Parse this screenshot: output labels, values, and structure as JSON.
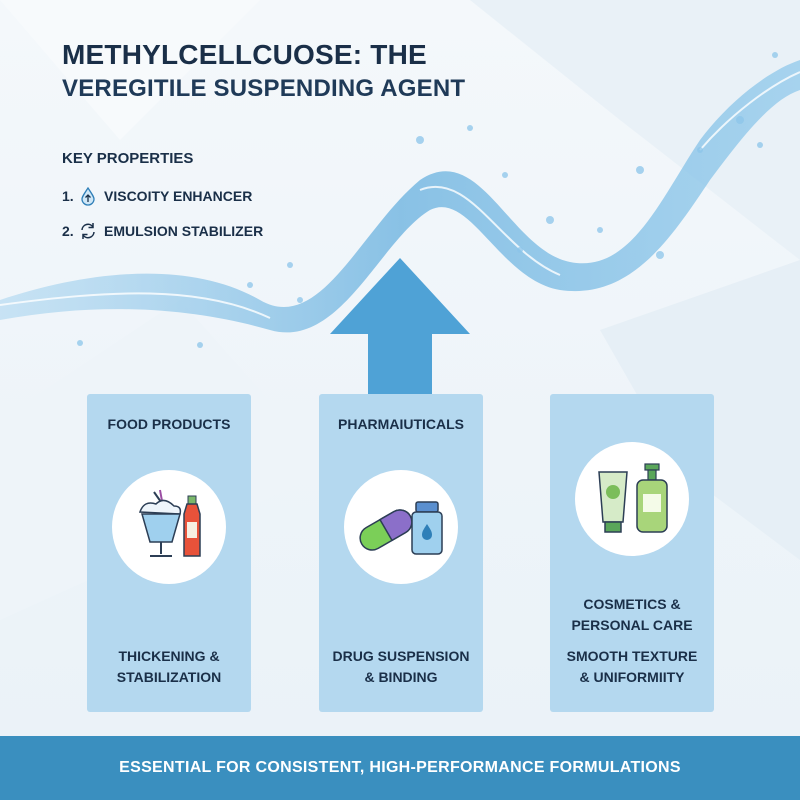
{
  "title": {
    "line1": "METHYLCELLCUOSE: THE",
    "line2": "VEREGITILE SUSPENDING AGENT"
  },
  "key_properties": {
    "heading": "KEY PROPERTIES",
    "items": [
      {
        "number": "1.",
        "icon": "water-drop-arrow-icon",
        "label": "VISCOITY ENHANCER"
      },
      {
        "number": "2.",
        "icon": "refresh-cycle-icon",
        "label": "EMULSION STABILIZER"
      }
    ]
  },
  "cards": [
    {
      "title": "FOOD PRODUCTS",
      "icon": "milkshake-and-bottle-icon",
      "subtitle_lines": [
        "THICKENING &",
        "STABILIZATION"
      ]
    },
    {
      "title": "PHARMAIUTICALS",
      "icon": "capsule-and-medicine-bottle-icon",
      "subtitle_lines": [
        "DRUG SUSPENSION",
        "& BINDING"
      ]
    },
    {
      "title_lines": [
        "COSMETICS &",
        "PERSONAL CARE"
      ],
      "icon": "cream-tube-and-pump-bottle-icon",
      "subtitle_lines": [
        "SMOOTH TEXTURE",
        "& UNIFORMIITY"
      ]
    }
  ],
  "footer": {
    "text": "ESSENTIAL FOR CONSISTENT, HIGH-PERFORMANCE FORMULATIONS"
  },
  "colors": {
    "card": "#b4d8ef",
    "footer": "#3a8fbf",
    "arrow": "#4fa2d6",
    "title": "#1a2f48",
    "wave": "#7fbfe6"
  }
}
